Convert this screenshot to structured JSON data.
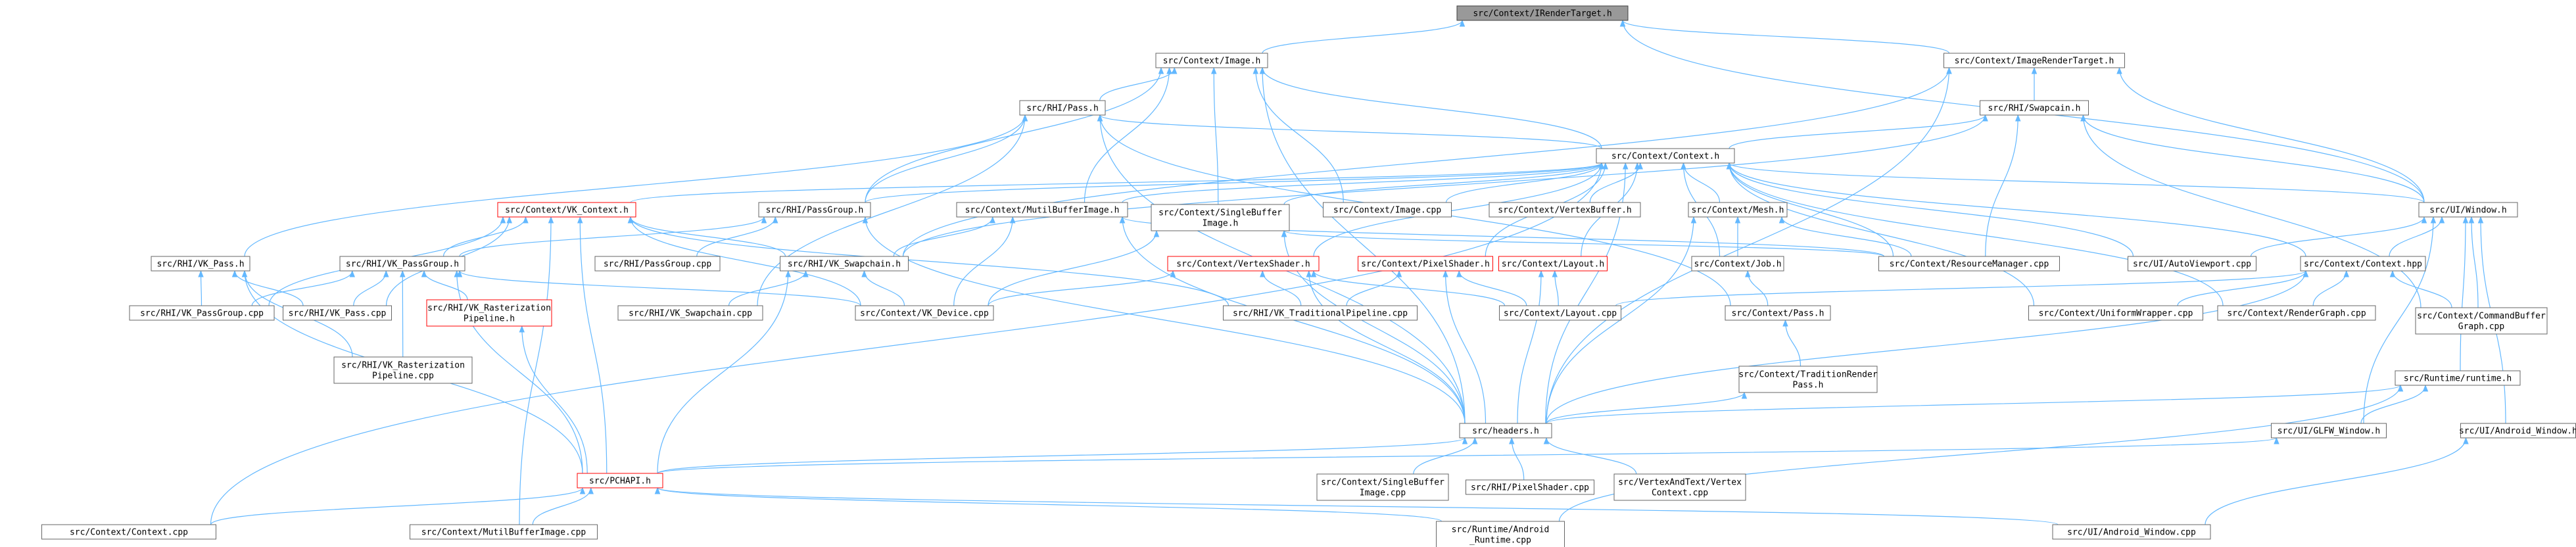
{
  "graph": {
    "colors": {
      "edge": "#63b8ff",
      "node_border": "#666666",
      "node_fill": "#ffffff",
      "root_fill": "#999999",
      "root_border": "#404040",
      "red_border": "#ff0000",
      "text": "#000000"
    },
    "nodes": [
      {
        "id": "irendertarget",
        "lines": [
          "src/Context/IRenderTarget.h"
        ],
        "style": "root"
      },
      {
        "id": "image_h",
        "lines": [
          "src/Context/Image.h"
        ],
        "style": "normal"
      },
      {
        "id": "imagerendertarget_h",
        "lines": [
          "src/Context/ImageRenderTarget.h"
        ],
        "style": "normal"
      },
      {
        "id": "rhi_pass_h",
        "lines": [
          "src/RHI/Pass.h"
        ],
        "style": "normal"
      },
      {
        "id": "rhi_swapcain_h",
        "lines": [
          "src/RHI/Swapcain.h"
        ],
        "style": "normal"
      },
      {
        "id": "context_h",
        "lines": [
          "src/Context/Context.h"
        ],
        "style": "normal"
      },
      {
        "id": "vk_context_h",
        "lines": [
          "src/Context/VK_Context.h"
        ],
        "style": "red"
      },
      {
        "id": "rhi_passgroup_h",
        "lines": [
          "src/RHI/PassGroup.h"
        ],
        "style": "normal"
      },
      {
        "id": "multibuffer_h",
        "lines": [
          "src/Context/MutilBufferImage.h"
        ],
        "style": "normal"
      },
      {
        "id": "singlebuffer_h",
        "lines": [
          "src/Context/SingleBuffer",
          "Image.h"
        ],
        "style": "normal"
      },
      {
        "id": "image_cpp",
        "lines": [
          "src/Context/Image.cpp"
        ],
        "style": "normal"
      },
      {
        "id": "vertexbuffer_h",
        "lines": [
          "src/Context/VertexBuffer.h"
        ],
        "style": "normal"
      },
      {
        "id": "mesh_h",
        "lines": [
          "src/Context/Mesh.h"
        ],
        "style": "normal"
      },
      {
        "id": "ui_window_h",
        "lines": [
          "src/UI/Window.h"
        ],
        "style": "normal"
      },
      {
        "id": "rhi_vk_pass_h",
        "lines": [
          "src/RHI/VK_Pass.h"
        ],
        "style": "normal"
      },
      {
        "id": "rhi_vk_passgroup_h",
        "lines": [
          "src/RHI/VK_PassGroup.h"
        ],
        "style": "normal"
      },
      {
        "id": "rhi_passgroup_cpp",
        "lines": [
          "src/RHI/PassGroup.cpp"
        ],
        "style": "normal"
      },
      {
        "id": "rhi_vk_swapchain_h",
        "lines": [
          "src/RHI/VK_Swapchain.h"
        ],
        "style": "normal"
      },
      {
        "id": "vertexshader_h",
        "lines": [
          "src/Context/VertexShader.h"
        ],
        "style": "red"
      },
      {
        "id": "pixelshader_h",
        "lines": [
          "src/Context/PixelShader.h"
        ],
        "style": "red"
      },
      {
        "id": "layout_h",
        "lines": [
          "src/Context/Layout.h"
        ],
        "style": "red"
      },
      {
        "id": "job_h",
        "lines": [
          "src/Context/Job.h"
        ],
        "style": "normal"
      },
      {
        "id": "resourcemanager_cpp",
        "lines": [
          "src/Context/ResourceManager.cpp"
        ],
        "style": "normal"
      },
      {
        "id": "autoviewport_cpp",
        "lines": [
          "src/UI/AutoViewport.cpp"
        ],
        "style": "normal"
      },
      {
        "id": "context_hpp",
        "lines": [
          "src/Context/Context.hpp"
        ],
        "style": "normal"
      },
      {
        "id": "rhi_vk_passgroup_cpp",
        "lines": [
          "src/RHI/VK_PassGroup.cpp"
        ],
        "style": "normal"
      },
      {
        "id": "rhi_vk_pass_cpp",
        "lines": [
          "src/RHI/VK_Pass.cpp"
        ],
        "style": "normal"
      },
      {
        "id": "rhi_vk_raster_h",
        "lines": [
          "src/RHI/VK_Rasterization",
          "Pipeline.h"
        ],
        "style": "red"
      },
      {
        "id": "rhi_vk_swapchain_cpp",
        "lines": [
          "src/RHI/VK_Swapchain.cpp"
        ],
        "style": "normal"
      },
      {
        "id": "context_vk_device_cpp",
        "lines": [
          "src/Context/VK_Device.cpp"
        ],
        "style": "normal"
      },
      {
        "id": "rhi_vk_tradpipeline_cpp",
        "lines": [
          "src/RHI/VK_TraditionalPipeline.cpp"
        ],
        "style": "normal"
      },
      {
        "id": "layout_cpp",
        "lines": [
          "src/Context/Layout.cpp"
        ],
        "style": "normal"
      },
      {
        "id": "context_pass_h",
        "lines": [
          "src/Context/Pass.h"
        ],
        "style": "normal"
      },
      {
        "id": "uniformwrapper_cpp",
        "lines": [
          "src/Context/UniformWrapper.cpp"
        ],
        "style": "normal"
      },
      {
        "id": "rendergraph_cpp",
        "lines": [
          "src/Context/RenderGraph.cpp"
        ],
        "style": "normal"
      },
      {
        "id": "commandbuffergraph_cpp",
        "lines": [
          "src/Context/CommandBuffer",
          "Graph.cpp"
        ],
        "style": "normal"
      },
      {
        "id": "rhi_vk_raster_cpp",
        "lines": [
          "src/RHI/VK_Rasterization",
          "Pipeline.cpp"
        ],
        "style": "normal"
      },
      {
        "id": "tradrenderpass_h",
        "lines": [
          "src/Context/TraditionRender",
          "Pass.h"
        ],
        "style": "normal"
      },
      {
        "id": "runtime_h",
        "lines": [
          "src/Runtime/runtime.h"
        ],
        "style": "normal"
      },
      {
        "id": "headers_h",
        "lines": [
          "src/headers.h"
        ],
        "style": "normal"
      },
      {
        "id": "glfw_window_h",
        "lines": [
          "src/UI/GLFW_Window.h"
        ],
        "style": "normal"
      },
      {
        "id": "android_window_h",
        "lines": [
          "src/UI/Android_Window.h"
        ],
        "style": "normal"
      },
      {
        "id": "pchapi_h",
        "lines": [
          "src/PCHAPI.h"
        ],
        "style": "red"
      },
      {
        "id": "singlebuffer_cpp",
        "lines": [
          "src/Context/SingleBuffer",
          "Image.cpp"
        ],
        "style": "normal"
      },
      {
        "id": "rhi_pixelshader_cpp",
        "lines": [
          "src/RHI/PixelShader.cpp"
        ],
        "style": "normal"
      },
      {
        "id": "vertexandtext_cpp",
        "lines": [
          "src/VertexAndText/Vertex",
          "Context.cpp"
        ],
        "style": "normal"
      },
      {
        "id": "context_cpp",
        "lines": [
          "src/Context/Context.cpp"
        ],
        "style": "normal"
      },
      {
        "id": "multibuffer_cpp",
        "lines": [
          "src/Context/MutilBufferImage.cpp"
        ],
        "style": "normal"
      },
      {
        "id": "android_runtime_cpp",
        "lines": [
          "src/Runtime/Android",
          "_Runtime.cpp"
        ],
        "style": "normal"
      },
      {
        "id": "android_window_cpp",
        "lines": [
          "src/UI/Android_Window.cpp"
        ],
        "style": "normal"
      }
    ],
    "edges": [
      [
        "image_h",
        "irendertarget"
      ],
      [
        "imagerendertarget_h",
        "irendertarget"
      ],
      [
        "ui_window_h",
        "irendertarget"
      ],
      [
        "rhi_pass_h",
        "image_h"
      ],
      [
        "rhi_passgroup_h",
        "image_h"
      ],
      [
        "context_h",
        "image_h"
      ],
      [
        "multibuffer_h",
        "image_h"
      ],
      [
        "singlebuffer_h",
        "image_h"
      ],
      [
        "image_cpp",
        "image_h"
      ],
      [
        "headers_h",
        "image_h"
      ],
      [
        "rhi_swapcain_h",
        "imagerendertarget_h"
      ],
      [
        "ui_window_h",
        "imagerendertarget_h"
      ],
      [
        "headers_h",
        "imagerendertarget_h"
      ],
      [
        "rhi_vk_swapchain_h",
        "imagerendertarget_h"
      ],
      [
        "context_h",
        "rhi_pass_h"
      ],
      [
        "rhi_passgroup_h",
        "rhi_pass_h"
      ],
      [
        "rhi_vk_pass_h",
        "rhi_pass_h"
      ],
      [
        "context_pass_h",
        "rhi_pass_h"
      ],
      [
        "headers_h",
        "rhi_pass_h"
      ],
      [
        "rhi_vk_swapchain_cpp",
        "rhi_pass_h"
      ],
      [
        "context_h",
        "rhi_swapcain_h"
      ],
      [
        "ui_window_h",
        "rhi_swapcain_h"
      ],
      [
        "resourcemanager_cpp",
        "rhi_swapcain_h"
      ],
      [
        "commandbuffergraph_cpp",
        "rhi_swapcain_h"
      ],
      [
        "rhi_vk_swapchain_h",
        "rhi_swapcain_h"
      ],
      [
        "vk_context_h",
        "context_h"
      ],
      [
        "rhi_passgroup_h",
        "context_h"
      ],
      [
        "multibuffer_h",
        "context_h"
      ],
      [
        "singlebuffer_h",
        "context_h"
      ],
      [
        "image_cpp",
        "context_h"
      ],
      [
        "vertexbuffer_h",
        "context_h"
      ],
      [
        "mesh_h",
        "context_h"
      ],
      [
        "ui_window_h",
        "context_h"
      ],
      [
        "vertexshader_h",
        "context_h"
      ],
      [
        "pixelshader_h",
        "context_h"
      ],
      [
        "layout_h",
        "context_h"
      ],
      [
        "job_h",
        "context_h"
      ],
      [
        "resourcemanager_cpp",
        "context_h"
      ],
      [
        "autoviewport_cpp",
        "context_h"
      ],
      [
        "context_hpp",
        "context_h"
      ],
      [
        "uniformwrapper_cpp",
        "context_h"
      ],
      [
        "rendergraph_cpp",
        "context_h"
      ],
      [
        "headers_h",
        "context_h"
      ],
      [
        "context_cpp",
        "context_h"
      ],
      [
        "rhi_vk_passgroup_h",
        "vk_context_h"
      ],
      [
        "rhi_vk_swapchain_h",
        "vk_context_h"
      ],
      [
        "context_vk_device_cpp",
        "vk_context_h"
      ],
      [
        "rhi_vk_pass_cpp",
        "vk_context_h"
      ],
      [
        "rhi_vk_passgroup_cpp",
        "vk_context_h"
      ],
      [
        "rhi_vk_tradpipeline_cpp",
        "vk_context_h"
      ],
      [
        "multibuffer_cpp",
        "vk_context_h"
      ],
      [
        "pchapi_h",
        "vk_context_h"
      ],
      [
        "rhi_vk_passgroup_h",
        "rhi_passgroup_h"
      ],
      [
        "rhi_passgroup_cpp",
        "rhi_passgroup_h"
      ],
      [
        "headers_h",
        "rhi_passgroup_h"
      ],
      [
        "rhi_vk_swapchain_h",
        "multibuffer_h"
      ],
      [
        "context_vk_device_cpp",
        "multibuffer_h"
      ],
      [
        "resourcemanager_cpp",
        "multibuffer_h"
      ],
      [
        "headers_h",
        "multibuffer_h"
      ],
      [
        "resourcemanager_cpp",
        "singlebuffer_h"
      ],
      [
        "headers_h",
        "singlebuffer_h"
      ],
      [
        "context_vk_device_cpp",
        "singlebuffer_h"
      ],
      [
        "job_h",
        "mesh_h"
      ],
      [
        "resourcemanager_cpp",
        "mesh_h"
      ],
      [
        "headers_h",
        "mesh_h"
      ],
      [
        "context_hpp",
        "ui_window_h"
      ],
      [
        "autoviewport_cpp",
        "ui_window_h"
      ],
      [
        "glfw_window_h",
        "ui_window_h"
      ],
      [
        "android_window_h",
        "ui_window_h"
      ],
      [
        "runtime_h",
        "ui_window_h"
      ],
      [
        "commandbuffergraph_cpp",
        "ui_window_h"
      ],
      [
        "rhi_vk_passgroup_cpp",
        "rhi_vk_pass_h"
      ],
      [
        "rhi_vk_pass_cpp",
        "rhi_vk_pass_h"
      ],
      [
        "rhi_vk_raster_cpp",
        "rhi_vk_pass_h"
      ],
      [
        "pchapi_h",
        "rhi_vk_pass_h"
      ],
      [
        "rhi_vk_passgroup_cpp",
        "rhi_vk_passgroup_h"
      ],
      [
        "rhi_vk_pass_cpp",
        "rhi_vk_passgroup_h"
      ],
      [
        "rhi_vk_raster_h",
        "rhi_vk_passgroup_h"
      ],
      [
        "rhi_vk_raster_cpp",
        "rhi_vk_passgroup_h"
      ],
      [
        "pchapi_h",
        "rhi_vk_passgroup_h"
      ],
      [
        "context_vk_device_cpp",
        "rhi_vk_passgroup_h"
      ],
      [
        "rhi_vk_swapchain_cpp",
        "rhi_vk_swapchain_h"
      ],
      [
        "context_vk_device_cpp",
        "rhi_vk_swapchain_h"
      ],
      [
        "pchapi_h",
        "rhi_vk_swapchain_h"
      ],
      [
        "context_vk_device_cpp",
        "vertexshader_h"
      ],
      [
        "rhi_vk_tradpipeline_cpp",
        "vertexshader_h"
      ],
      [
        "headers_h",
        "vertexshader_h"
      ],
      [
        "layout_cpp",
        "vertexshader_h"
      ],
      [
        "rhi_vk_tradpipeline_cpp",
        "pixelshader_h"
      ],
      [
        "headers_h",
        "pixelshader_h"
      ],
      [
        "layout_cpp",
        "pixelshader_h"
      ],
      [
        "layout_cpp",
        "layout_h"
      ],
      [
        "headers_h",
        "layout_h"
      ],
      [
        "context_pass_h",
        "job_h"
      ],
      [
        "uniformwrapper_cpp",
        "context_hpp"
      ],
      [
        "rendergraph_cpp",
        "context_hpp"
      ],
      [
        "commandbuffergraph_cpp",
        "context_hpp"
      ],
      [
        "headers_h",
        "context_hpp"
      ],
      [
        "layout_cpp",
        "context_hpp"
      ],
      [
        "pchapi_h",
        "rhi_vk_raster_h"
      ],
      [
        "tradrenderpass_h",
        "context_pass_h"
      ],
      [
        "headers_h",
        "tradrenderpass_h"
      ],
      [
        "headers_h",
        "runtime_h"
      ],
      [
        "glfw_window_h",
        "runtime_h"
      ],
      [
        "android_runtime_cpp",
        "runtime_h"
      ],
      [
        "pchapi_h",
        "headers_h"
      ],
      [
        "singlebuffer_cpp",
        "headers_h"
      ],
      [
        "rhi_pixelshader_cpp",
        "headers_h"
      ],
      [
        "vertexandtext_cpp",
        "headers_h"
      ],
      [
        "pchapi_h",
        "glfw_window_h"
      ],
      [
        "android_window_cpp",
        "android_window_h"
      ],
      [
        "context_cpp",
        "pchapi_h"
      ],
      [
        "multibuffer_cpp",
        "pchapi_h"
      ],
      [
        "android_runtime_cpp",
        "pchapi_h"
      ],
      [
        "android_window_cpp",
        "pchapi_h"
      ]
    ]
  }
}
